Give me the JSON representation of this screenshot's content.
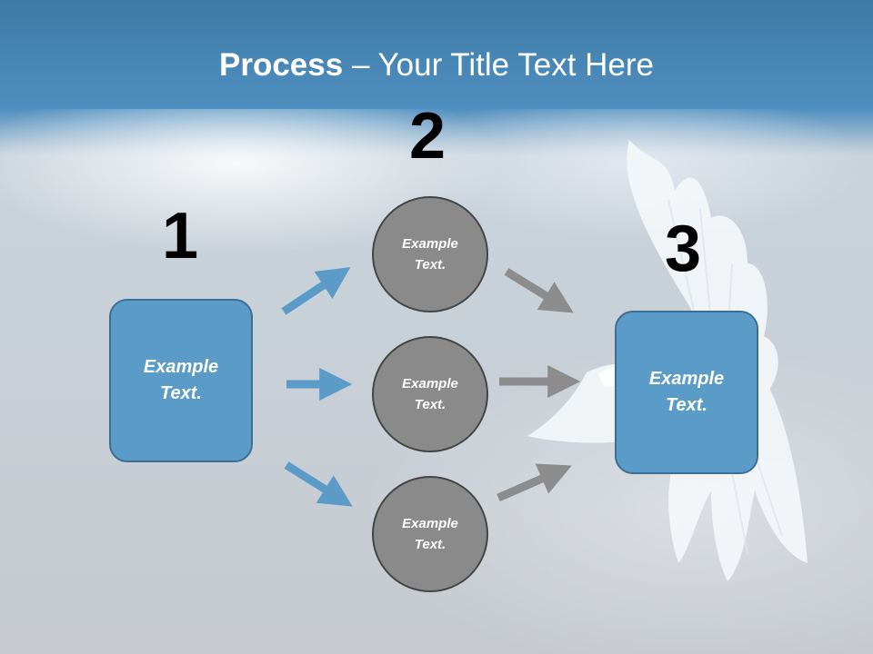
{
  "slide": {
    "title_bold": "Process",
    "title_rest": " – Your Title Text Here"
  },
  "steps": {
    "step1": {
      "number": "1",
      "text": "Example Text."
    },
    "step2": {
      "number": "2",
      "circles": [
        {
          "text": "Example Text."
        },
        {
          "text": "Example Text."
        },
        {
          "text": "Example Text."
        }
      ]
    },
    "step3": {
      "number": "3",
      "text": "Example Text."
    }
  },
  "colors": {
    "box_fill": "#5b9bc7",
    "box_border": "#3d6e93",
    "circle_fill": "#8a8a8a",
    "blue_arrow": "#5b9bc7",
    "gray_arrow": "#8c8c8c",
    "sky_top": "#3e7aa6"
  }
}
